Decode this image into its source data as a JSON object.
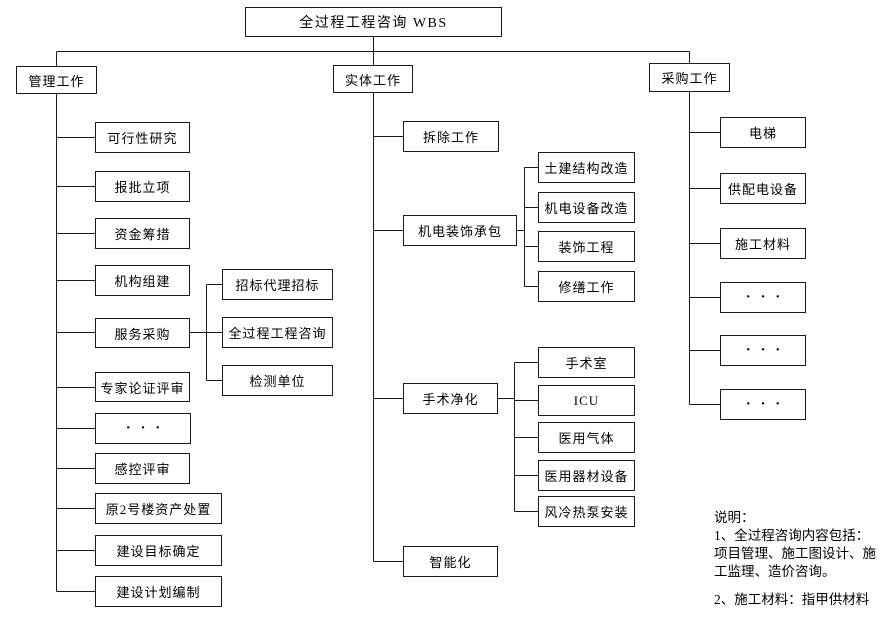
{
  "title": "全过程工程咨询 WBS",
  "branches": {
    "management": {
      "label": "管理工作",
      "children": [
        "可行性研究",
        "报批立项",
        "资金筹措",
        "机构组建",
        "服务采购",
        "专家论证评审",
        "· · ·",
        "感控评审",
        "原2号楼资产处置",
        "建设目标确定",
        "建设计划编制"
      ],
      "service_procurement_children": [
        "招标代理招标",
        "全过程工程咨询",
        "检测单位"
      ]
    },
    "entity": {
      "label": "实体工作",
      "children": [
        "拆除工作",
        "机电装饰承包",
        "手术净化",
        "智能化"
      ],
      "mep_contract_children": [
        "土建结构改造",
        "机电设备改造",
        "装饰工程",
        "修缮工作"
      ],
      "surgery_purification_children": [
        "手术室",
        "ICU",
        "医用气体",
        "医用器材设备",
        "风冷热泵安装"
      ]
    },
    "procurement": {
      "label": "采购工作",
      "children": [
        "电梯",
        "供配电设备",
        "施工材料",
        "· · ·",
        "· · ·",
        "· · ·"
      ]
    }
  },
  "notes": {
    "heading": "说明：",
    "item1_lines": [
      "1、全过程咨询内容包括：",
      "项目管理、施工图设计、施",
      "工监理、造价咨询。"
    ],
    "item2": "2、施工材料：指甲供材料"
  },
  "colors": {
    "line": "#1a1a1a",
    "box_border": "#1a1a1a",
    "background": "#ffffff",
    "text": "#000000"
  }
}
